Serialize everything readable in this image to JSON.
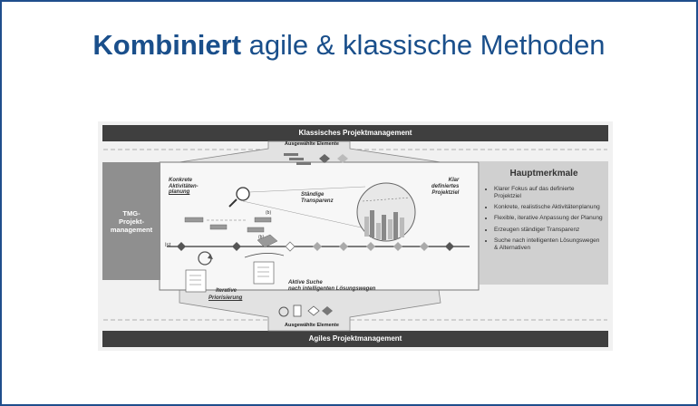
{
  "title": {
    "bold": "Kombiniert",
    "rest": " agile & klassische Methoden"
  },
  "diagram": {
    "top_bar": "Klassisches Projektmanagement",
    "bottom_bar": "Agiles Projektmanagement",
    "selected_top": "Ausgewählte Elemente",
    "selected_bottom": "Ausgewählte Elemente",
    "left_box": "TMG-\nProjekt-\nmanagement",
    "ist": "Ist",
    "labels": {
      "konkrete": "Konkrete\nAktivitäten-",
      "planung": "planung",
      "transparenz": "Ständige\nTransparenz",
      "klar": "Klar\ndefiniertes\nProjektziel",
      "suche": "Aktive Suche\nnach intelligenten Lösungswegen",
      "iterative": "Iterative",
      "priorisierung": "Priorisierung"
    },
    "features_title": "Hauptmerkmale",
    "features": [
      "Klarer Fokus auf das definierte Projektziel",
      "Konkrete, realistische Aktivitätenplanung",
      "Flexible, iterative Anpassung der Planung",
      "Erzeugen ständiger Transparenz",
      "Suche nach intelligenten Lösungswegen & Alternativen"
    ]
  },
  "colors": {
    "brand": "#1a4f8b",
    "dark_bar": "#3f3f3f",
    "gray_box": "#8f8f8f",
    "features_bg": "#d0d0d0"
  }
}
